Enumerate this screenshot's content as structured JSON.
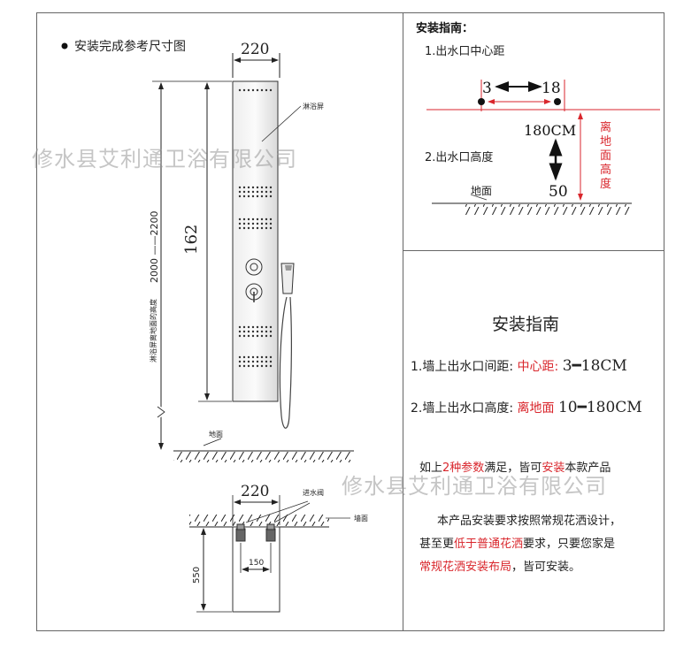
{
  "left_panel": {
    "title": "安装完成参考尺寸图",
    "top_width": "220",
    "panel_label": "淋浴屏",
    "height_162": "162",
    "range_label": "2000 ——2200",
    "floor_height_label": "淋浴屏离地面的高度",
    "floor_label": "地面",
    "bottom_width": "220",
    "inlet_label": "进水阀",
    "wall_label": "墙面",
    "bottom_height": "550",
    "inlet_spacing": "150"
  },
  "top_right": {
    "title": "安装指南：",
    "item1": "1.出水口中心距",
    "center_min": "3",
    "center_max": "18",
    "height_max": "180CM",
    "height_min": "50",
    "vertical_label": "离地面高度",
    "item2": "2.出水口高度",
    "floor_label": "地面"
  },
  "bottom_right": {
    "title": "安装指南",
    "line1_prefix": "1.墙上出水口间距:",
    "line1_red": "中心距:",
    "line1_value": "3━18CM",
    "line2_prefix": "2.墙上出水口高度:",
    "line2_red": "离地面",
    "line2_value": "10━180CM",
    "note_a": "如上",
    "note_b": "2种参数",
    "note_c": "满足，皆可",
    "note_d": "安装",
    "note_e": "本款产品",
    "p1": "本产品安装要求按照常规花洒设计，",
    "p2_a": "甚至更",
    "p2_b": "低于普通花洒",
    "p2_c": "要求，只要您家是",
    "p3_a": "常规花洒安装布局",
    "p3_b": "，皆可安装。"
  },
  "watermark": "修水县艾利通卫浴有限公司",
  "colors": {
    "red": "#d9262c",
    "line": "#222222",
    "watermark": "#969696"
  }
}
